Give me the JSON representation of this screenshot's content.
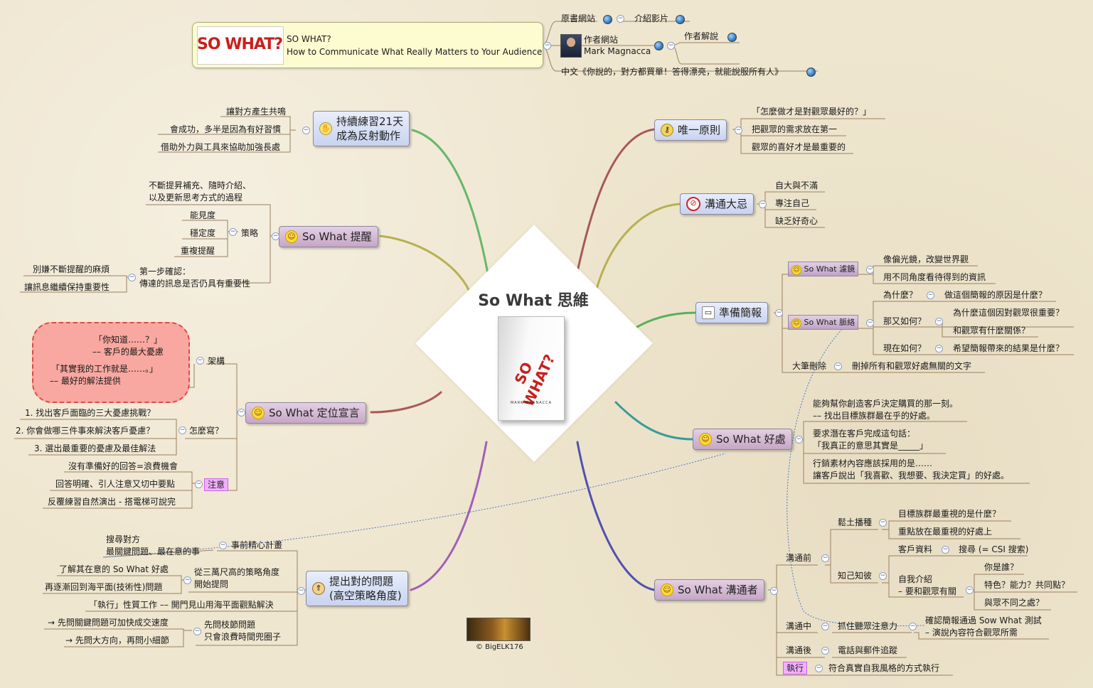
{
  "central": {
    "title": "So What 思維",
    "book_title": "SO WHAT?",
    "book_author": "MARK MAGNACCA"
  },
  "header": {
    "logo": "SO WHAT?",
    "line1": "SO WHAT?",
    "line2": "How to Communicate What Really Matters to Your Audience",
    "links": {
      "book_site": "原書網站",
      "intro_video": "介紹影片",
      "author_site": "作者網站",
      "author_name": "Mark Magnacca",
      "author_explain": "作者解說",
      "chinese": "中文《你說的，對方都買單！答得漂亮，就能說服所有人》"
    }
  },
  "left": {
    "practice": {
      "title1": "持續練習21天",
      "title2": "成為反射動作",
      "items": [
        "讓對方產生共鳴",
        "會成功，多半是因為有好習慣",
        "借助外力與工具來協助加強長處"
      ]
    },
    "remind": {
      "title": "So What 提醒",
      "a1": "不斷提昇補充、隨時介紹、",
      "a2": "以及更新思考方式的過程",
      "strategy": "策略",
      "s_items": [
        "能見度",
        "穩定度",
        "重複提醒"
      ],
      "first1": "第一步確認：",
      "first2": "傳達的訊息是否仍具有重要性",
      "f_items": [
        "別嫌不斷提醒的麻煩",
        "讓訊息繼續保持重要性"
      ]
    },
    "position": {
      "title": "So What 定位宣言",
      "frame": "架構",
      "cloud1a": "「你知道……？」",
      "cloud1b": "–– 客戶的最大憂慮",
      "cloud2a": "「其實我的工作就是……。」",
      "cloud2b": "–– 最好的解法提供",
      "howto": "怎麼寫？",
      "h_items": [
        "1. 找出客戶面臨的三大憂慮挑戰？",
        "2. 你會做哪三件事來解決客戶憂慮？",
        "3. 選出最重要的憂慮及最佳解法"
      ],
      "note": "注意",
      "n_items": [
        "沒有準備好的回答=浪費機會",
        "回答明確、引人注意又切中要點",
        "反覆練習自然演出 - 搭電梯可說完"
      ]
    },
    "ask": {
      "title1": "提出對的問題",
      "title2": "(高空策略角度)",
      "plan": "事前精心計畫",
      "plan_a": "搜尋對方",
      "plan_b": "最關鍵問題、最在意的事",
      "high1": "從三萬尺高的策略角度",
      "high2": "開始提問",
      "high_items": [
        "了解其在意的 So What 好處",
        "再逐漸回到海平面(技術性)問題"
      ],
      "exec": "「執行」性質工作 –– 開門見山用海平面觀點解決",
      "detail1": "先問枝節問題",
      "detail2": "只會浪費時間兜圈子",
      "d_items": [
        "→ 先問關鍵問題可加快成交速度",
        "→ 先問大方向，再問小細節"
      ]
    }
  },
  "right": {
    "only": {
      "title": "唯一原則",
      "items": [
        "「怎麼做才是對觀眾最好的？」",
        "把觀眾的需求放在第一",
        "觀眾的喜好才是最重要的"
      ]
    },
    "taboo": {
      "title": "溝通大忌",
      "items": [
        "自大與不滿",
        "專注自己",
        "缺乏好奇心"
      ]
    },
    "brief": {
      "title": "準備簡報",
      "filter": "So What 濾鏡",
      "filter_items": [
        "像偏光鏡，改變世界觀",
        "用不同角度看待得到的資訊"
      ],
      "context": "So What 脈絡",
      "why": "為什麼？",
      "why_a": "做這個簡報的原因是什麼？",
      "sowhat": "那又如何？",
      "sowhat_a": [
        "為什麼這個因對觀眾很重要？",
        "和觀眾有什麼關係？"
      ],
      "now": "現在如何？",
      "now_a": "希望簡報帶來的結果是什麼？",
      "cut": "大筆刪除",
      "cut_a": "刪掉所有和觀眾好處無關的文字"
    },
    "benefit": {
      "title": "So What 好處",
      "b1a": "能夠幫你創造客戶決定購買的那一刻。",
      "b1b": "–– 找出目標族群最在乎的好處。",
      "b2a": "要求潛在客戶完成這句話：",
      "b2b": "「我真正的意思其實是_____」",
      "b3a": "行銷素材內容應該採用的是……",
      "b3b": "讓客戶說出「我喜歡、我想要、我決定買」的好處。"
    },
    "comm": {
      "title": "So What 溝通者",
      "before": "溝通前",
      "soil": "鬆土播種",
      "soil_items": [
        "目標族群最重視的是什麼？",
        "重點放在最重視的好處上"
      ],
      "know": "知己知彼",
      "cust": "客戶資料",
      "cust_a": "搜尋 (= CSI 搜索)",
      "intro1": "自我介紹",
      "intro2": "– 要和觀眾有關",
      "intro_items": [
        "你是誰？",
        "特色？能力？共同點？",
        "與眾不同之處？"
      ],
      "during": "溝通中",
      "grab": "抓住聽眾注意力",
      "check1": "確認簡報通過 Sow What 測試",
      "check2": "– 演說內容符合觀眾所需",
      "after": "溝通後",
      "after_a": "電話與郵件追蹤",
      "exec": "執行",
      "exec_a": "符合真實自我風格的方式執行"
    }
  },
  "credit": "© BigELK176"
}
